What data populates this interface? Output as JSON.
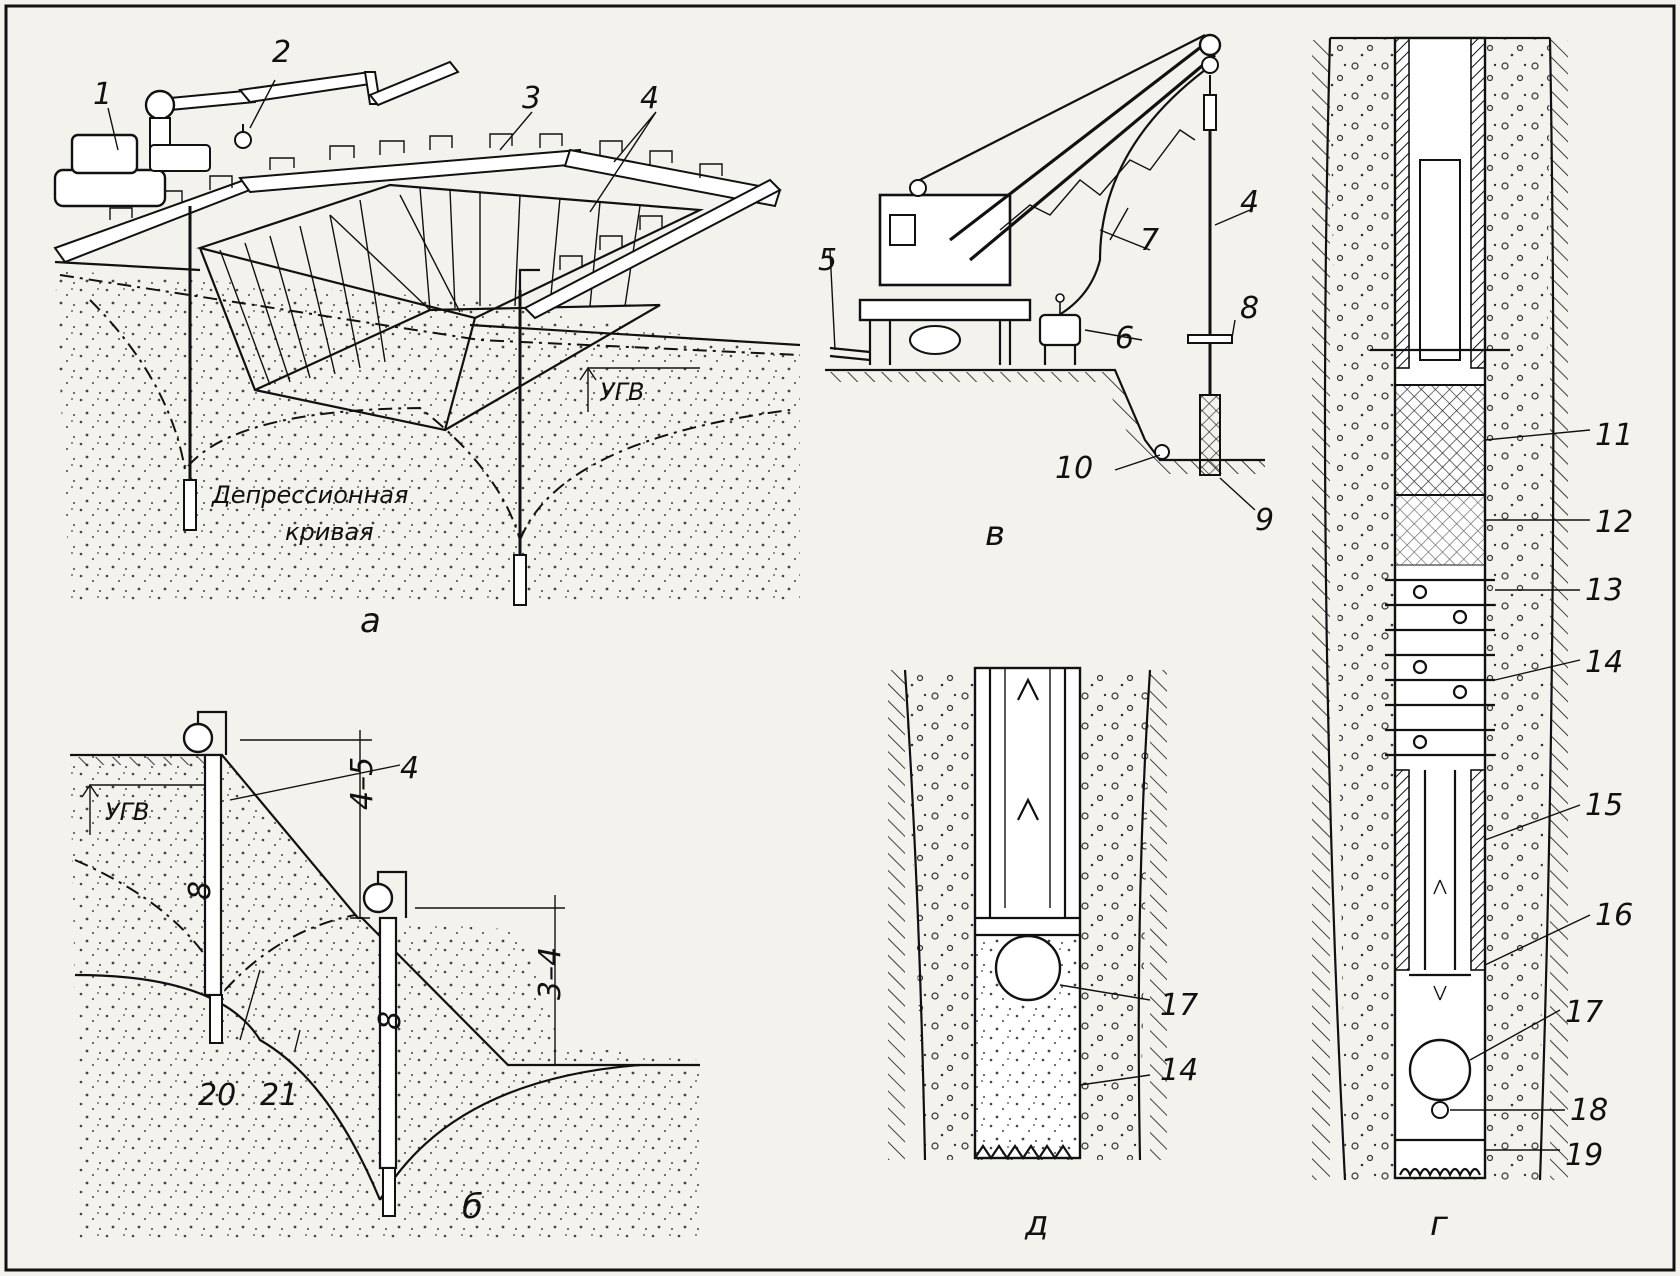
{
  "figure": {
    "panels": {
      "a": {
        "caption": "а",
        "depression_label_line1": "Депрессионная",
        "depression_label_line2": "кривая",
        "water_table_label": "УГВ",
        "callouts": [
          "1",
          "2",
          "3",
          "4"
        ]
      },
      "b": {
        "caption": "б",
        "water_table_label": "УГВ",
        "dim_upper": "4–5",
        "dim_lower": "3–4",
        "depth_left": "8",
        "depth_right": "8",
        "callouts": [
          "4",
          "20",
          "21"
        ]
      },
      "v": {
        "caption": "в",
        "callouts": [
          "4",
          "5",
          "6",
          "7",
          "8",
          "9",
          "10"
        ]
      },
      "g": {
        "caption": "г",
        "callouts": [
          "11",
          "12",
          "13",
          "14",
          "15",
          "16",
          "17",
          "18",
          "19"
        ]
      },
      "d": {
        "caption": "д",
        "callouts": [
          "17",
          "14"
        ]
      }
    }
  }
}
